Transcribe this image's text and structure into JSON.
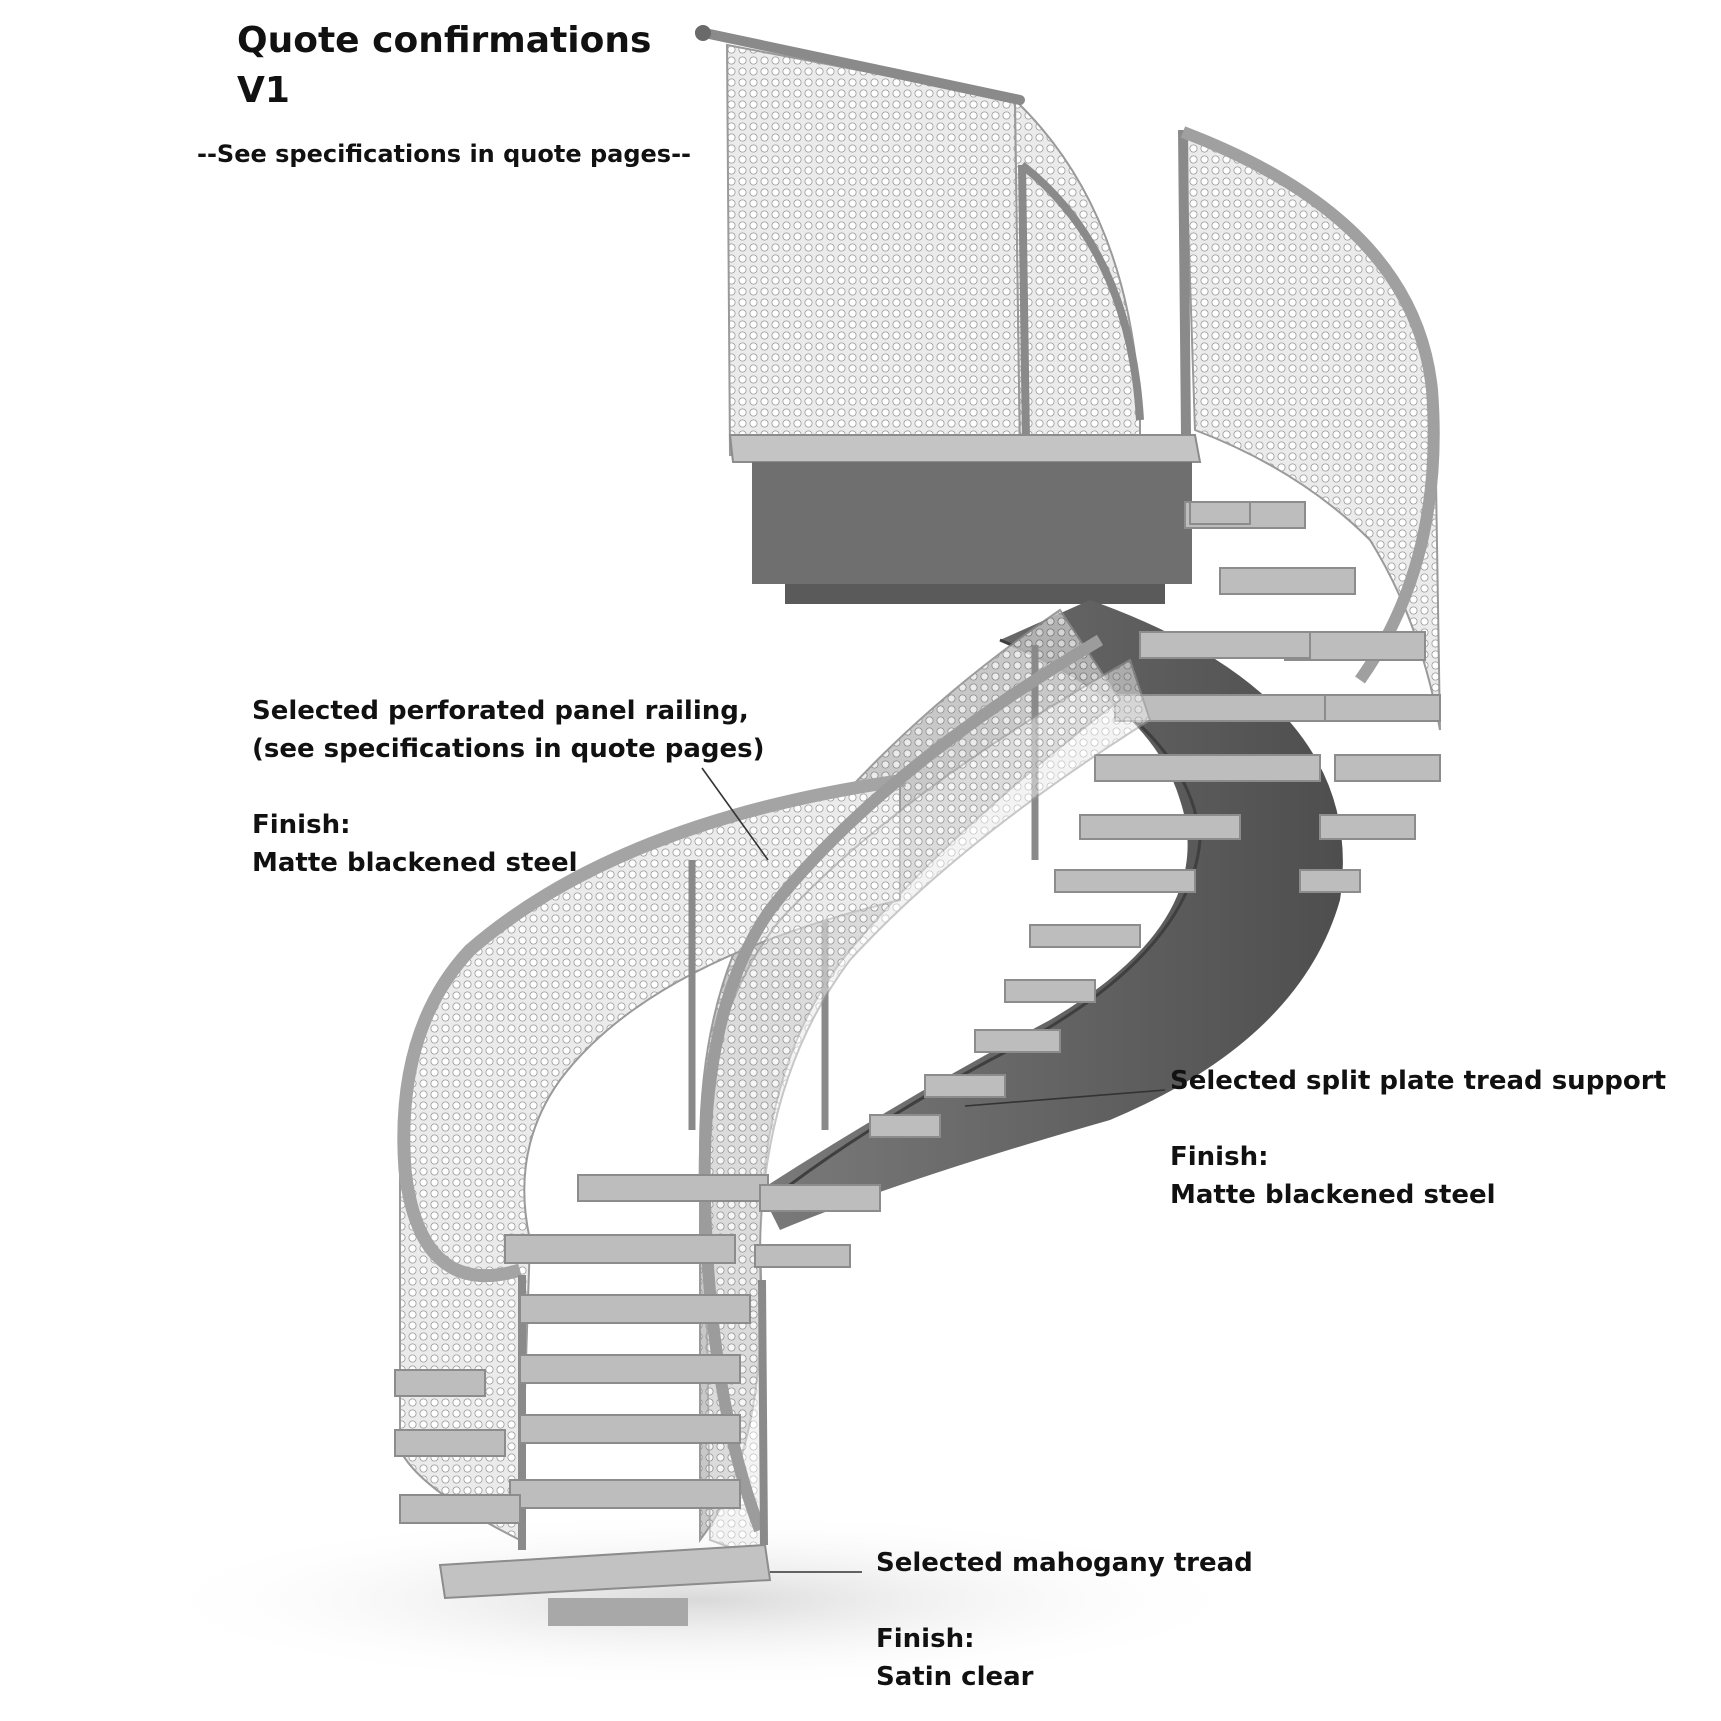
{
  "header": {
    "title_line1": "Quote confirmations",
    "title_line2": "V1",
    "subtitle": "--See specifications in quote pages--"
  },
  "callouts": {
    "railing": {
      "line1": "Selected perforated panel railing,",
      "line2": "(see specifications in quote pages)",
      "finish_label": "Finish:",
      "finish_value": "Matte blackened steel"
    },
    "support": {
      "line1": "Selected split plate tread support",
      "finish_label": "Finish:",
      "finish_value": "Matte blackened steel"
    },
    "tread": {
      "line1": "Selected mahogany tread",
      "finish_label": "Finish:",
      "finish_value": "Satin clear"
    }
  },
  "illustration": {
    "subject": "spiral-staircase-render",
    "colors": {
      "steel": "#6b6b6b",
      "steel_dark": "#555555",
      "tread": "#bdbdbd",
      "mesh": "#e6e6e6",
      "handrail": "#a9a9a9",
      "leader": "#333333"
    }
  }
}
